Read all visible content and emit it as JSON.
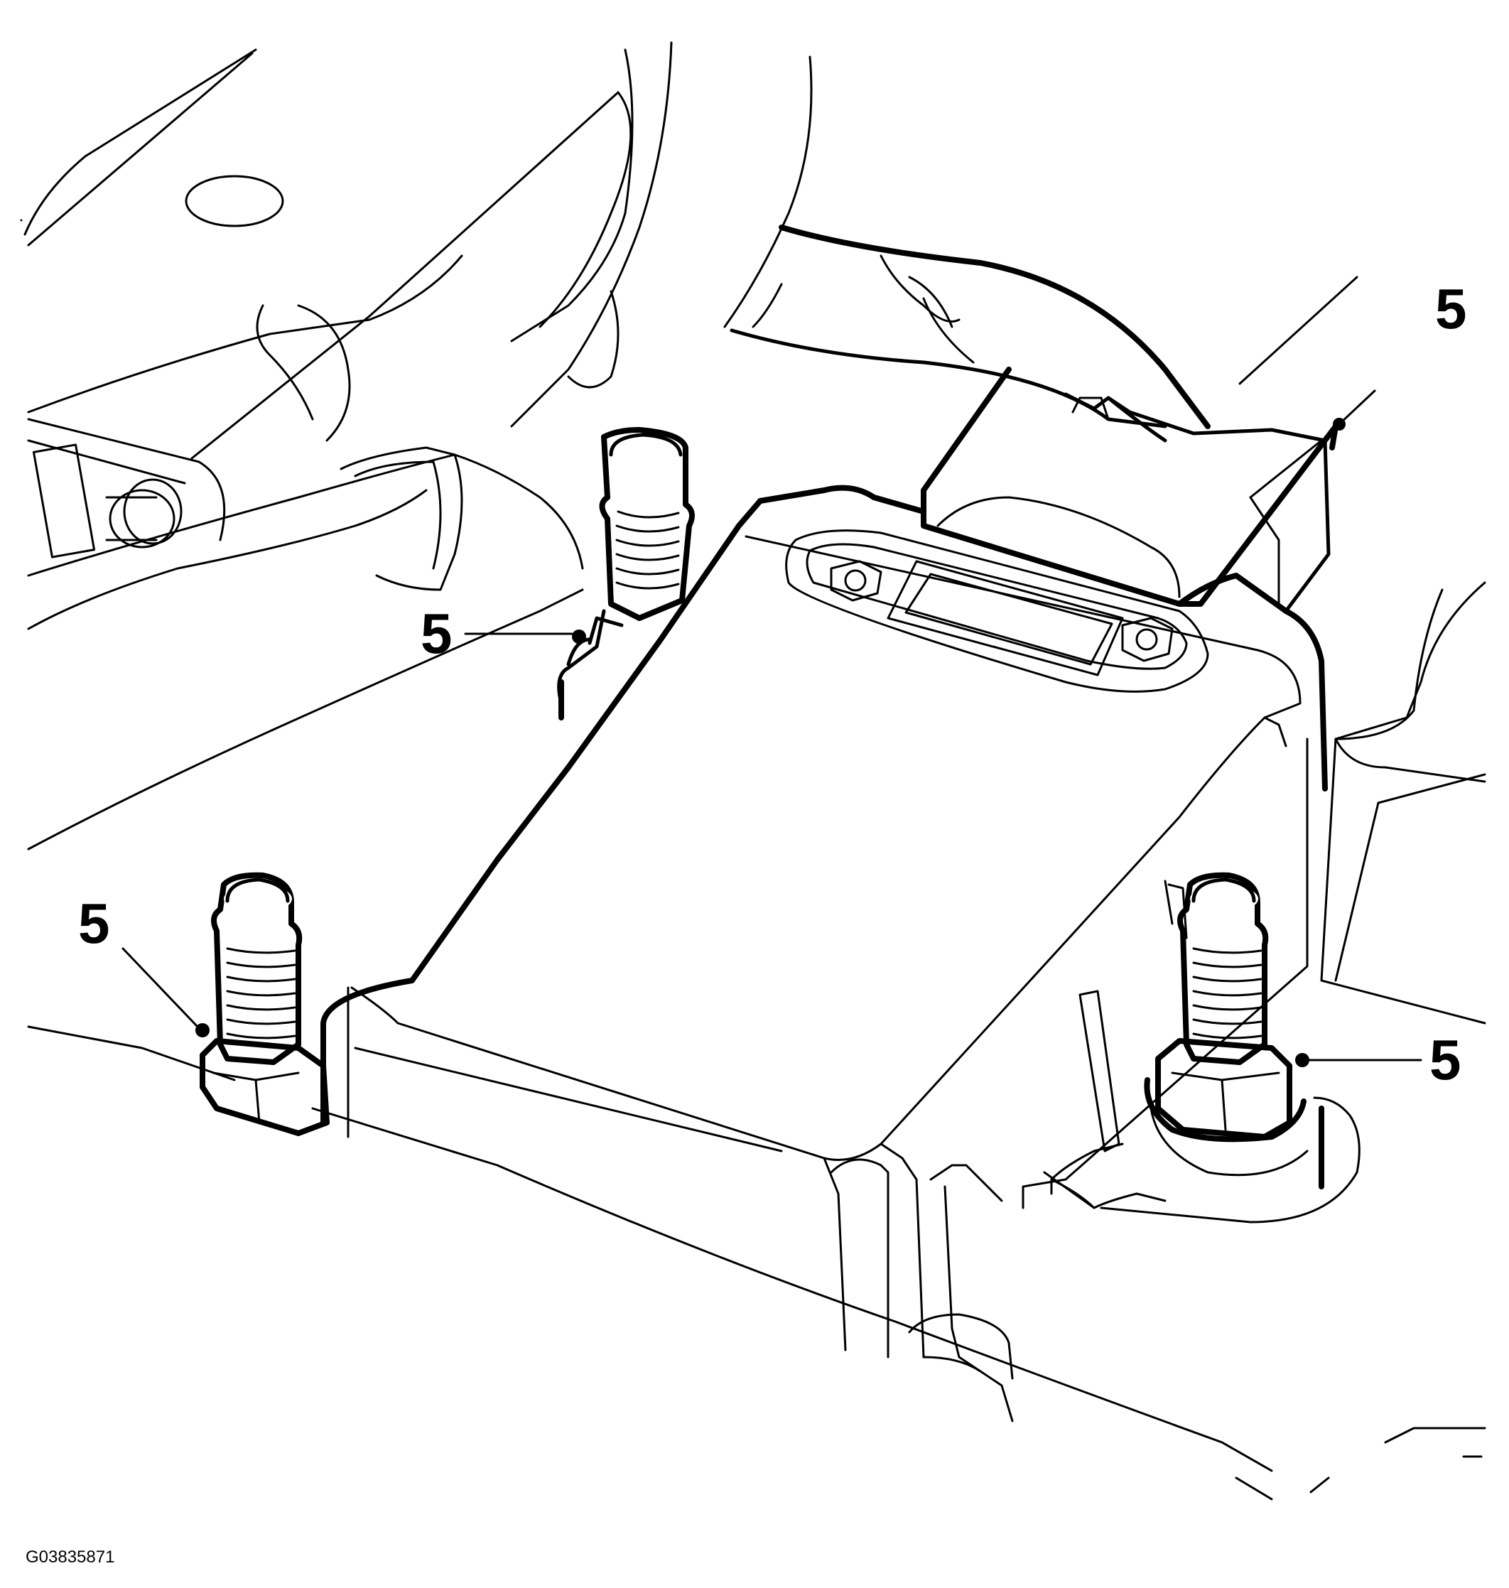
{
  "figure": {
    "id_label": "G03835871"
  },
  "callouts": [
    {
      "label": "5"
    },
    {
      "label": "5"
    },
    {
      "label": "5"
    },
    {
      "label": "5"
    }
  ],
  "colors": {
    "line": "#000000",
    "background": "#ffffff"
  }
}
